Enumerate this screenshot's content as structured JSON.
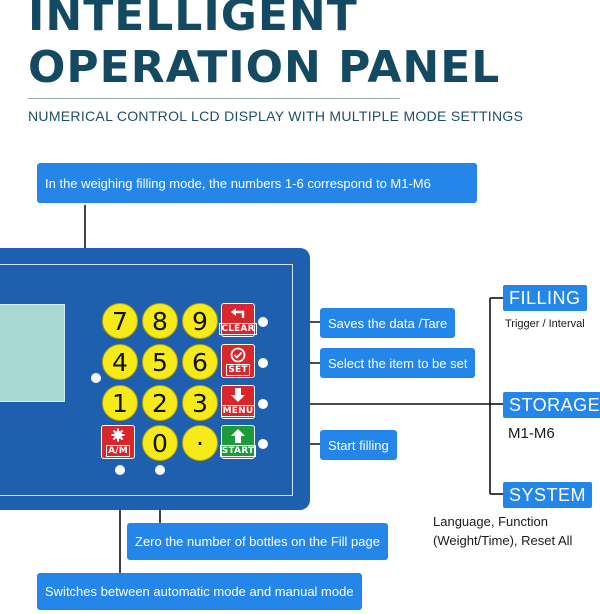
{
  "title": {
    "line1": "INTELLIGENT",
    "line2": "OPERATION PANEL",
    "subtitle": "NUMERICAL CONTROL LCD DISPLAY WITH MULTIPLE MODE SETTINGS"
  },
  "keypad": {
    "digits": [
      "7",
      "8",
      "9",
      "4",
      "5",
      "6",
      "1",
      "2",
      "3",
      "0",
      "·"
    ],
    "clear_label": "CLEAR",
    "set_label": "SET",
    "menu_label": "MENU",
    "start_label": "START",
    "am_label": "A/M"
  },
  "callouts": {
    "numbers": "In the weighing filling mode, the numbers 1-6 correspond to M1-M6",
    "clear": "Saves the data /Tare",
    "set": "Select the item to be set",
    "start": "Start filling",
    "zero": "Zero the number of bottles on the Fill page",
    "am": "Switches between automatic mode and manual mode"
  },
  "menu": {
    "filling": {
      "label": "FILLING",
      "sub": "Trigger / Interval"
    },
    "storage": {
      "label": "STORAGE",
      "sub": "M1-M6"
    },
    "system": {
      "label": "SYSTEM",
      "sub_line1": "Language, Function",
      "sub_line2": "(Weight/Time), Reset All"
    }
  },
  "colors": {
    "title": "#134a62",
    "panel": "#1f5fb0",
    "callout": "#2386e8",
    "key_yellow": "#f7ea19",
    "key_red": "#d8262b",
    "key_green": "#1d9b3b",
    "lcd": "#a6d9d2"
  },
  "icons": {
    "clear": "back-arrow-icon",
    "set": "check-circle-icon",
    "menu": "down-arrow-icon",
    "start": "up-arrow-icon",
    "am": "gear-hand-icon"
  }
}
